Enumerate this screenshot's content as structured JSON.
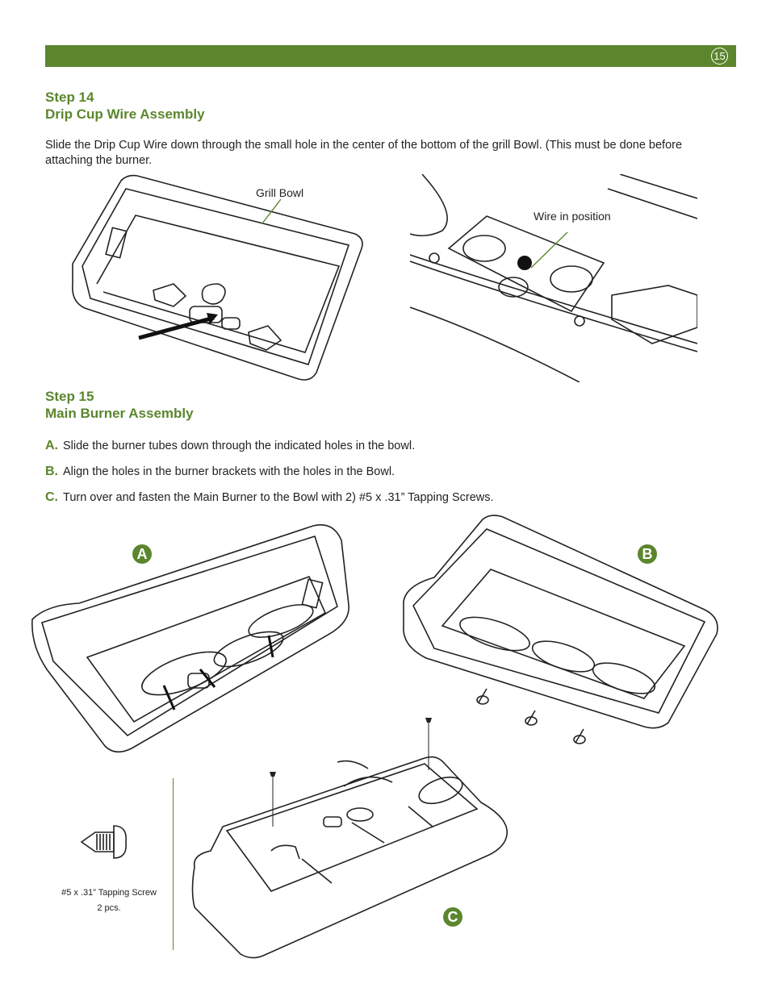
{
  "header": {
    "page_number": "15"
  },
  "step14": {
    "step": "Step 14",
    "title": "Drip Cup Wire Assembly",
    "body": "Slide the Drip Cup Wire down through the small hole in the center of the bottom of the grill Bowl. (This must be done before attaching the burner.",
    "label_bowl": "Grill Bowl",
    "label_wire": "Wire in position"
  },
  "step15": {
    "step": "Step 15",
    "title": "Main Burner Assembly",
    "items": [
      {
        "letter": "A.",
        "text": "Slide the burner tubes down through the indicated holes in the bowl."
      },
      {
        "letter": "B.",
        "text": "Align the holes in the burner brackets with the holes in the Bowl."
      },
      {
        "letter": "C.",
        "text": "Turn over and fasten the Main Burner to the Bowl with 2) #5 x .31” Tapping Screws."
      }
    ],
    "badges": {
      "a": "A",
      "b": "B",
      "c": "C"
    },
    "screw_label": "#5 x .31” Tapping Screw",
    "screw_qty": "2 pcs."
  },
  "colors": {
    "accent": "#5b862e"
  }
}
